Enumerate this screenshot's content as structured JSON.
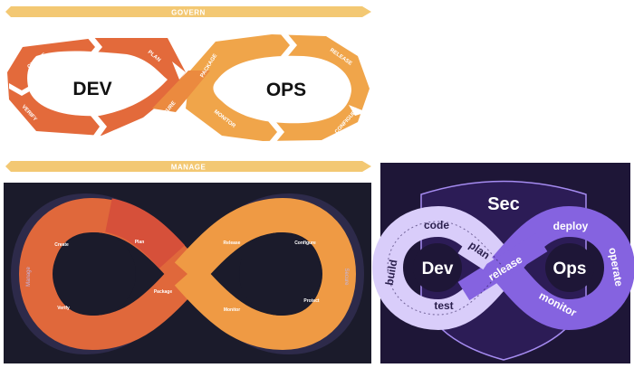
{
  "panel_top": {
    "banner_top": "GOVERN",
    "banner_bottom": "MANAGE",
    "left_center": "DEV",
    "right_center": "OPS",
    "stages": {
      "create": "CREATE",
      "plan": "PLAN",
      "verify": "VERIFY",
      "secure": "SECURE",
      "package": "PACKAGE",
      "release": "RELEASE",
      "monitor": "MONITOR",
      "configure": "CONFIGURE"
    },
    "colors": {
      "banner": "#f3c873",
      "dev_dark": "#e0623a",
      "dev_light": "#eb8a3f",
      "ops": "#f0a54a"
    }
  },
  "panel_bottom_left": {
    "side_left": "Manage",
    "side_right": "Secure",
    "stages": {
      "create": "Create",
      "plan": "Plan",
      "verify": "Verify",
      "package": "Package",
      "release": "Release",
      "configure": "Configure",
      "monitor": "Monitor",
      "protect": "Protect"
    },
    "colors": {
      "background": "#1b1b2b",
      "ring": "#2d2a4a",
      "red": "#d9533a",
      "orange": "#ec8f3f",
      "yellow": "#f2a948"
    }
  },
  "panel_bottom_right": {
    "shield_label": "Sec",
    "left_label": "Dev",
    "right_label": "Ops",
    "stages": {
      "code": "code",
      "build": "build",
      "test": "test",
      "plan": "plan",
      "release": "release",
      "deploy": "deploy",
      "operate": "operate",
      "monitor": "monitor"
    },
    "colors": {
      "background": "#1e1637",
      "shield": "#2c1c56",
      "outline": "#a58bf0",
      "dev_loop": "#d9cdfa",
      "ops_loop": "#8563e0"
    }
  }
}
